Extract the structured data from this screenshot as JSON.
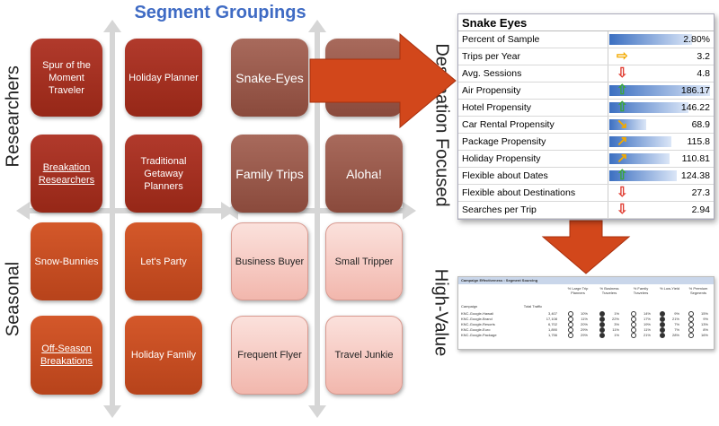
{
  "title": "Segment Groupings",
  "side_labels": {
    "researchers": "Researchers",
    "seasonal": "Seasonal",
    "destination_focused": "Destination Focused",
    "high_value": "High-Value"
  },
  "tiles": [
    {
      "label": "Spur of the Moment Traveler",
      "style": "dark",
      "underline": false
    },
    {
      "label": "Holiday Planner",
      "style": "dark",
      "underline": false
    },
    {
      "label": "Snake-Eyes",
      "style": "brown",
      "underline": false
    },
    {
      "label": "",
      "style": "brown",
      "underline": false
    },
    {
      "label": "Breakation Researchers",
      "style": "dark",
      "underline": true
    },
    {
      "label": "Traditional Getaway Planners",
      "style": "dark",
      "underline": false
    },
    {
      "label": "Family Trips",
      "style": "brown",
      "underline": false
    },
    {
      "label": "Aloha!",
      "style": "brown",
      "underline": false
    },
    {
      "label": "Snow-Bunnies",
      "style": "orange",
      "underline": false
    },
    {
      "label": "Let's Party",
      "style": "orange",
      "underline": false
    },
    {
      "label": "Business Buyer",
      "style": "pink",
      "underline": false
    },
    {
      "label": "Small Tripper",
      "style": "pink",
      "underline": false
    },
    {
      "label": "Off-Season Breakations",
      "style": "orange",
      "underline": true
    },
    {
      "label": "Holiday Family",
      "style": "orange",
      "underline": false
    },
    {
      "label": "Frequent Flyer",
      "style": "pink",
      "underline": false
    },
    {
      "label": "Travel Junkie",
      "style": "pink",
      "underline": false
    }
  ],
  "stats": {
    "title": "Snake Eyes",
    "rows": [
      {
        "label": "Percent of Sample",
        "value": "2.80%",
        "indicator": "bar",
        "bar": 0.82
      },
      {
        "label": "Trips per Year",
        "value": "3.2",
        "indicator": "right-arrow-icon",
        "color": "#f2a900"
      },
      {
        "label": "Avg. Sessions",
        "value": "4.8",
        "indicator": "down-arrow-icon",
        "color": "#e03c31"
      },
      {
        "label": "Air Propensity",
        "value": "186.17",
        "indicator": "up-arrow-icon",
        "color": "#3aa63a",
        "bar": 1.0
      },
      {
        "label": "Hotel Propensity",
        "value": "146.22",
        "indicator": "up-arrow-icon",
        "color": "#3aa63a",
        "bar": 0.79
      },
      {
        "label": "Car Rental Propensity",
        "value": "68.9",
        "indicator": "down-right-arrow-icon",
        "color": "#f2a900",
        "bar": 0.37
      },
      {
        "label": "Package Propensity",
        "value": "115.8",
        "indicator": "up-right-arrow-icon",
        "color": "#f2a900",
        "bar": 0.62
      },
      {
        "label": "Holiday Propensity",
        "value": "110.81",
        "indicator": "up-right-arrow-icon",
        "color": "#f2a900",
        "bar": 0.6
      },
      {
        "label": "Flexible about Dates",
        "value": "124.38",
        "indicator": "up-arrow-icon",
        "color": "#3aa63a",
        "bar": 0.67
      },
      {
        "label": "Flexible about Destinations",
        "value": "27.3",
        "indicator": "down-arrow-icon",
        "color": "#e03c31"
      },
      {
        "label": "Searches per Trip",
        "value": "2.94",
        "indicator": "down-arrow-icon",
        "color": "#e03c31"
      }
    ]
  },
  "mini_table": {
    "title": "Campaign Effectiveness : Segment Sourcing",
    "headers": [
      "Campaign",
      "Total Traffic",
      "% Large Trip Planners",
      "% Business Travelers",
      "% Family Travelers",
      "% Low-Yield",
      "% Premium Segments"
    ],
    "rows": [
      {
        "campaign": "KNC-Google-Hawaii",
        "traffic": "3,407",
        "cells": [
          "10%",
          "1%",
          "14%",
          "9%",
          "15%"
        ]
      },
      {
        "campaign": "KNC-Google-Brand",
        "traffic": "17,108",
        "cells": [
          "11%",
          "22%",
          "17%",
          "21%",
          "9%"
        ]
      },
      {
        "campaign": "KNC-Google-Resorts",
        "traffic": "6,702",
        "cells": [
          "20%",
          "3%",
          "19%",
          "7%",
          "13%"
        ]
      },
      {
        "campaign": "KNC-Google-Euro",
        "traffic": "1,890",
        "cells": [
          "29%",
          "11%",
          "11%",
          "7%",
          "8%"
        ]
      },
      {
        "campaign": "KNC-Google-Package",
        "traffic": "1,756",
        "cells": [
          "29%",
          "1%",
          "21%",
          "28%",
          "16%"
        ]
      }
    ]
  },
  "colors": {
    "title": "#3f6bc4",
    "arrow": "#d2471b",
    "dark_tile": "#a0301f",
    "orange_tile": "#c84d22",
    "brown_tile": "#9a5a4c",
    "pink_tile": "#f7c9c1"
  }
}
